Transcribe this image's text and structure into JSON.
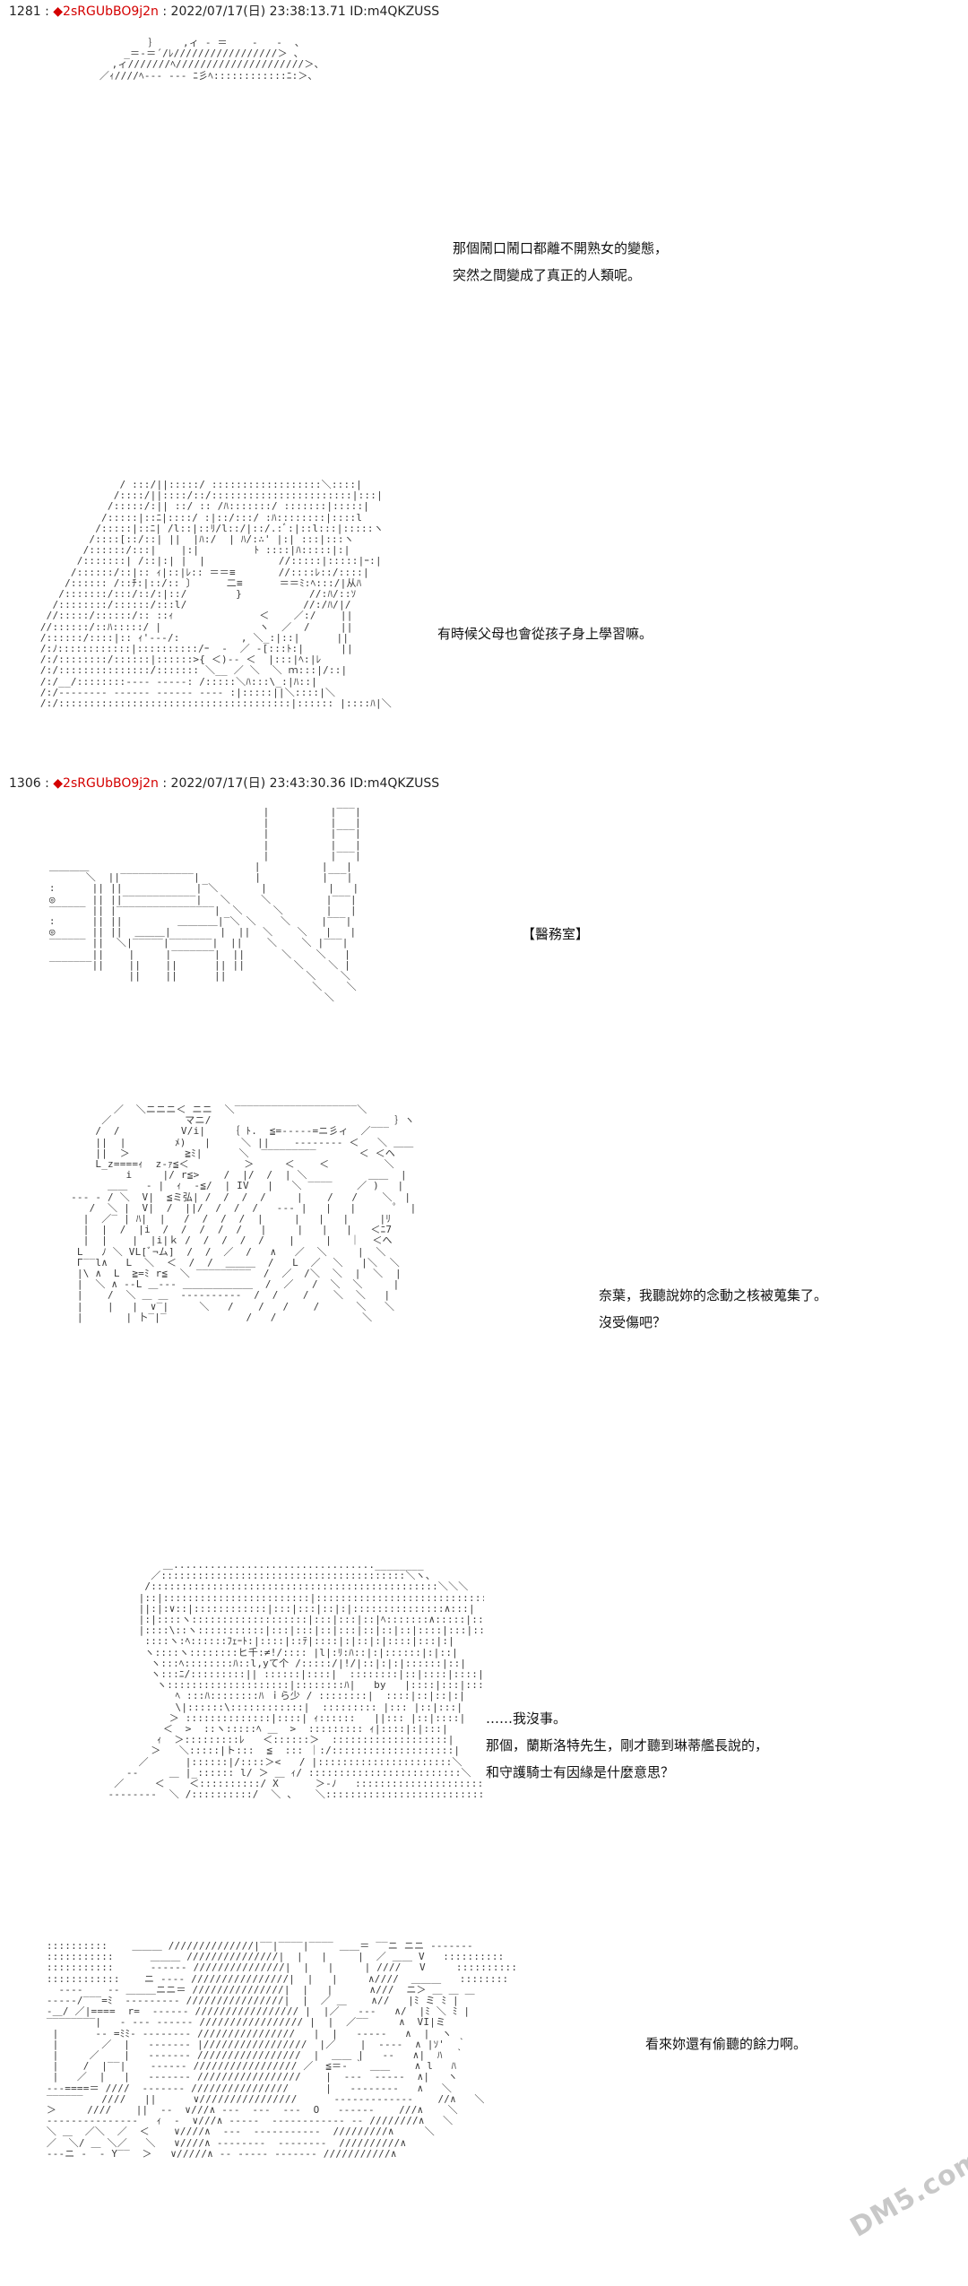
{
  "posts": [
    {
      "number": "1281",
      "sep": " : ",
      "diamond": "◆",
      "trip": "2sRGUbBO9j2n",
      "meta": " : 2022/07/17(日) 23:38:13.71 ID:m4QKZUSS"
    },
    {
      "number": "1306",
      "sep": " : ",
      "diamond": "◆",
      "trip": "2sRGUbBO9j2n",
      "meta": " : 2022/07/17(日) 23:43:30.36 ID:m4QKZUSS"
    }
  ],
  "dialogues": {
    "d1": [
      "那個鬧口鬧口都離不開熟女的變態，",
      "突然之間變成了真正的人類呢。"
    ],
    "d2": [
      "有時候父母也會從孩子身上學習嘛。"
    ],
    "d3": [
      "【醫務室】"
    ],
    "d4": [
      "奈葉，我聽說妳的念動之核被蒐集了。",
      "沒受傷吧？"
    ],
    "d5": [
      "……我沒事。",
      "那個，蘭斯洛特先生，剛才聽到琳蒂艦長說的，",
      "和守護騎士有因緣是什麼意思？"
    ],
    "d6": [
      "看來妳還有偷聽的餘力啊。"
    ]
  },
  "watermark": "DM5.com"
}
